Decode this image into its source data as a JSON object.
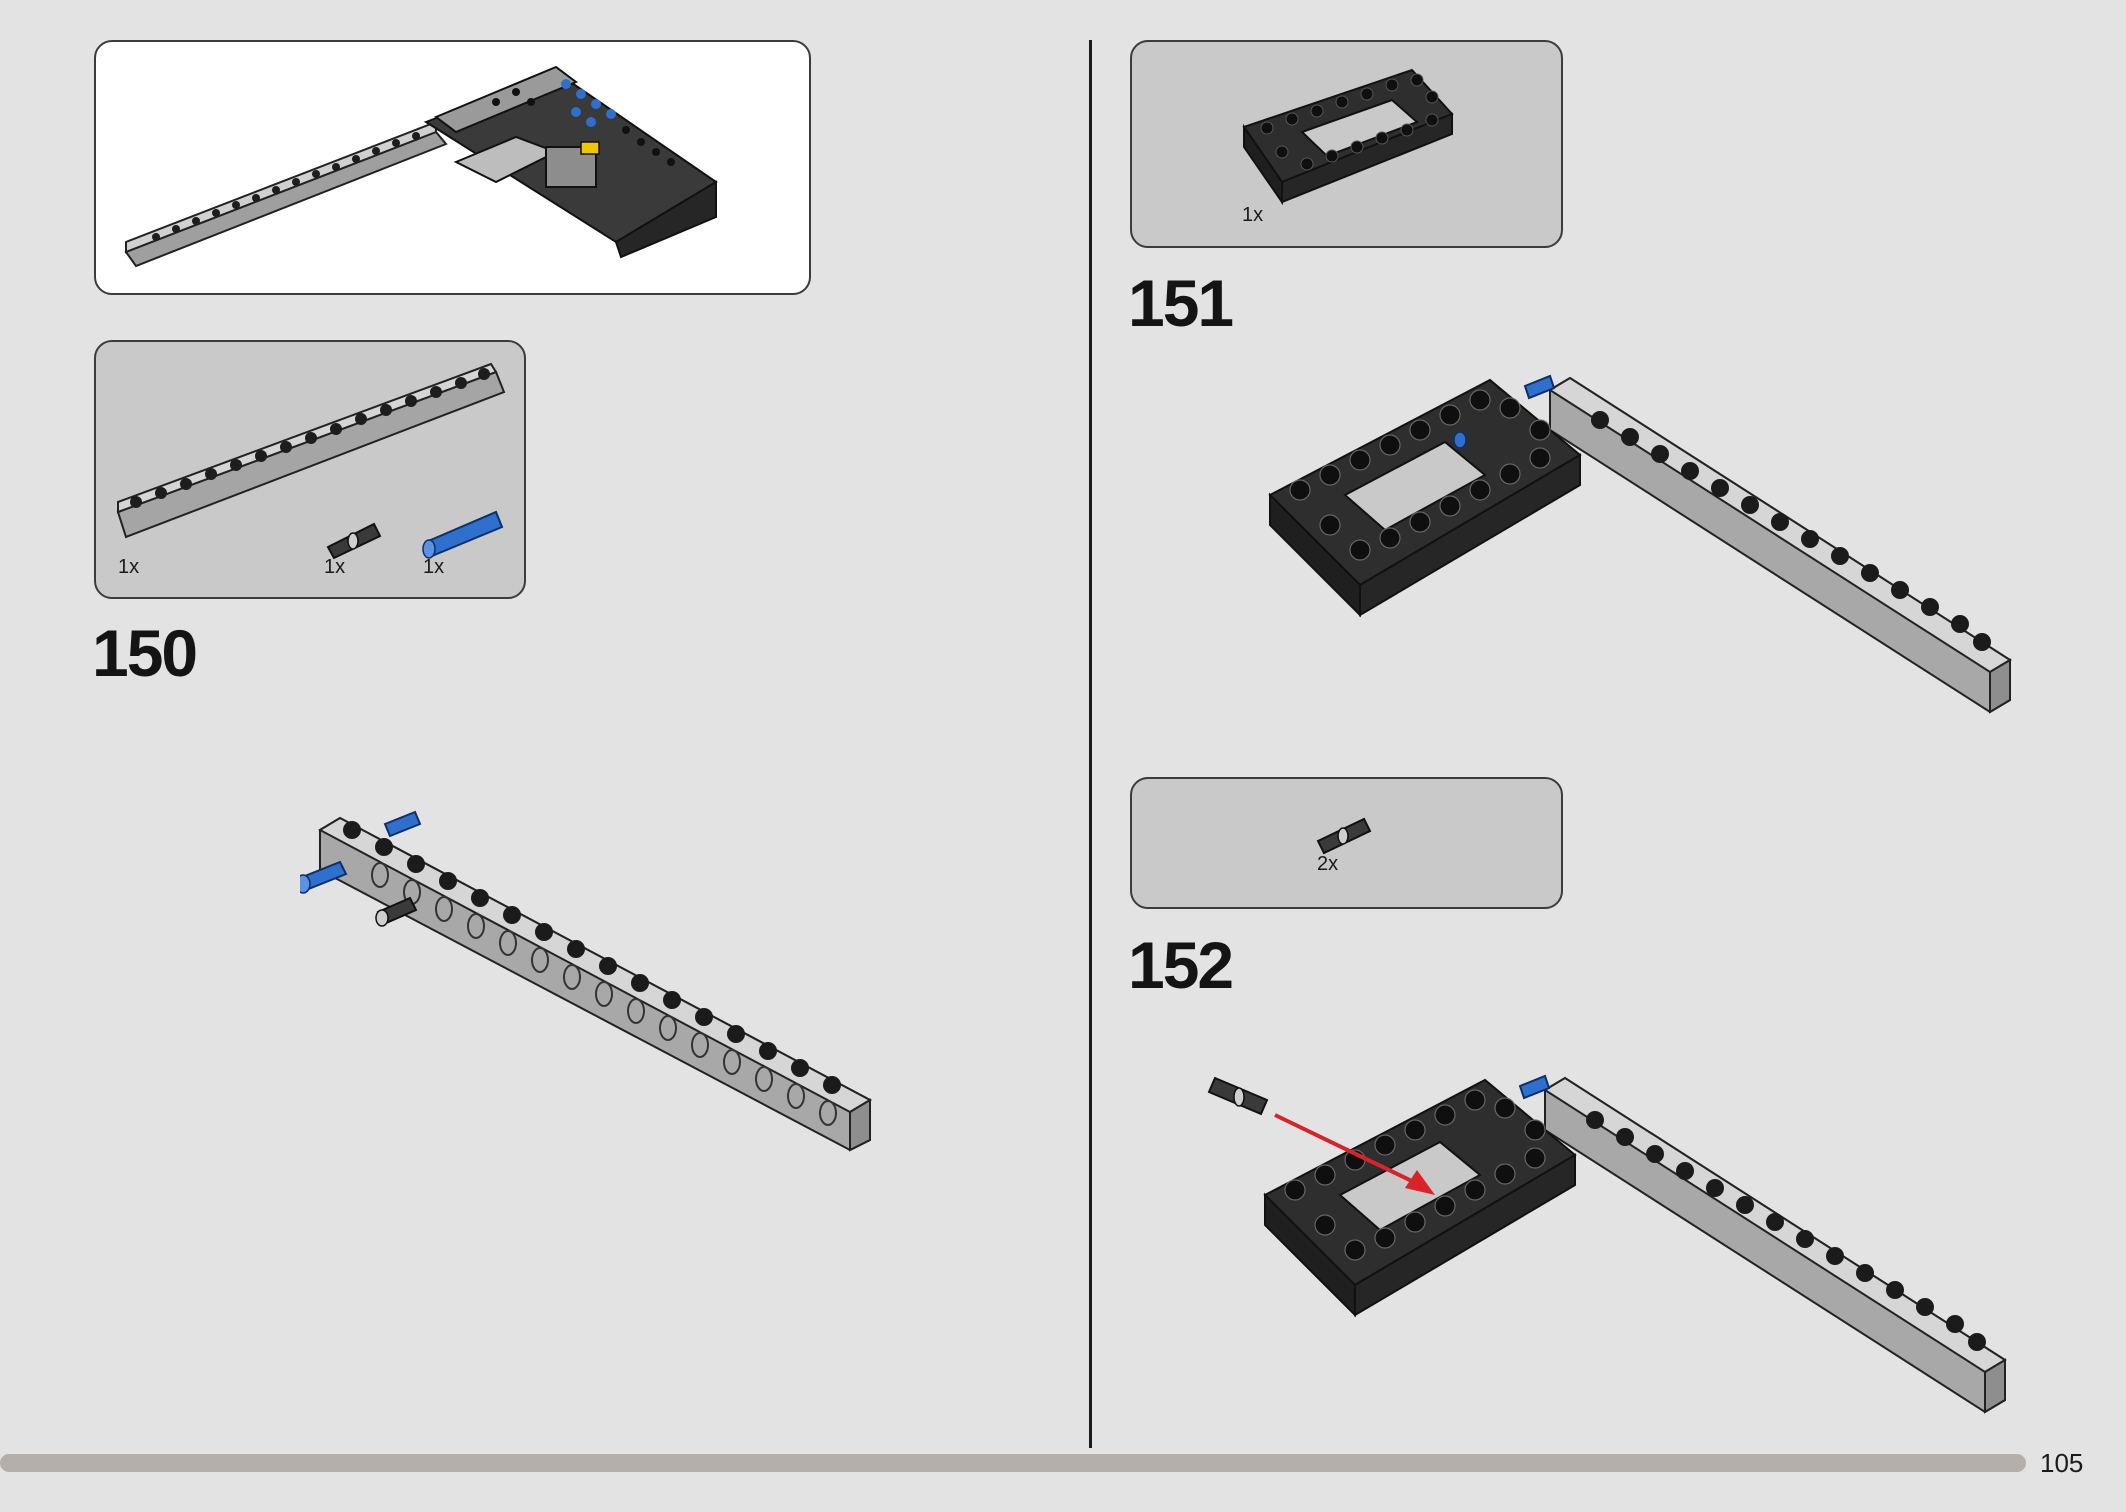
{
  "left": {
    "step_number": "150",
    "parts": [
      {
        "name": "technic-beam-15",
        "qty": "1x"
      },
      {
        "name": "friction-pin-black",
        "qty": "1x"
      },
      {
        "name": "axle-pin-blue",
        "qty": "1x"
      }
    ]
  },
  "right": {
    "step_151": {
      "step_number": "151",
      "parts": [
        {
          "name": "technic-frame-5x7",
          "qty": "1x"
        }
      ]
    },
    "step_152": {
      "step_number": "152",
      "parts": [
        {
          "name": "friction-pin-black",
          "qty": "2x"
        }
      ]
    }
  },
  "footer": {
    "page_number": "105"
  },
  "colors": {
    "background": "#e3e3e3",
    "parts_panel": "#c9c9c9",
    "beam_light_gray": "#a5a5a5",
    "brick_dark": "#2e2e2e",
    "pin_blue": "#2f6fce",
    "arrow_red": "#d8232a",
    "progress_bar": "#b4afaa"
  }
}
